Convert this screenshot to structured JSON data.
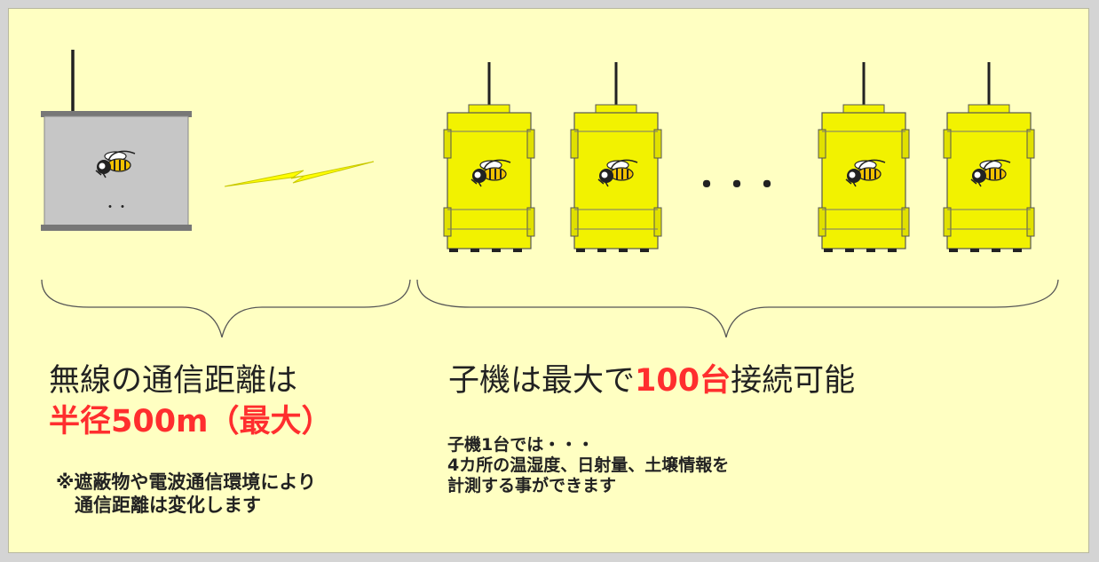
{
  "colors": {
    "background": "#ffffc2",
    "highlight": "#ff2e2e",
    "child_device": "#f2f200",
    "parent_device": "#c6c6c6",
    "lightning": "#ffff00"
  },
  "parent_device": {
    "status_dots": "・・"
  },
  "child_devices": {
    "ellipsis": "・・・"
  },
  "left": {
    "heading": "無線の通信距離は",
    "highlight": "半径500m（最大）",
    "note": "※遮蔽物や電波通信環境により\n　通信距離は変化します"
  },
  "right": {
    "heading_pre": "子機は最大で",
    "heading_highlight": "100台",
    "heading_post": "接続可能",
    "note": "子機1台では・・・\n4カ所の温湿度、日射量、土壌情報を\n計測する事ができます"
  }
}
